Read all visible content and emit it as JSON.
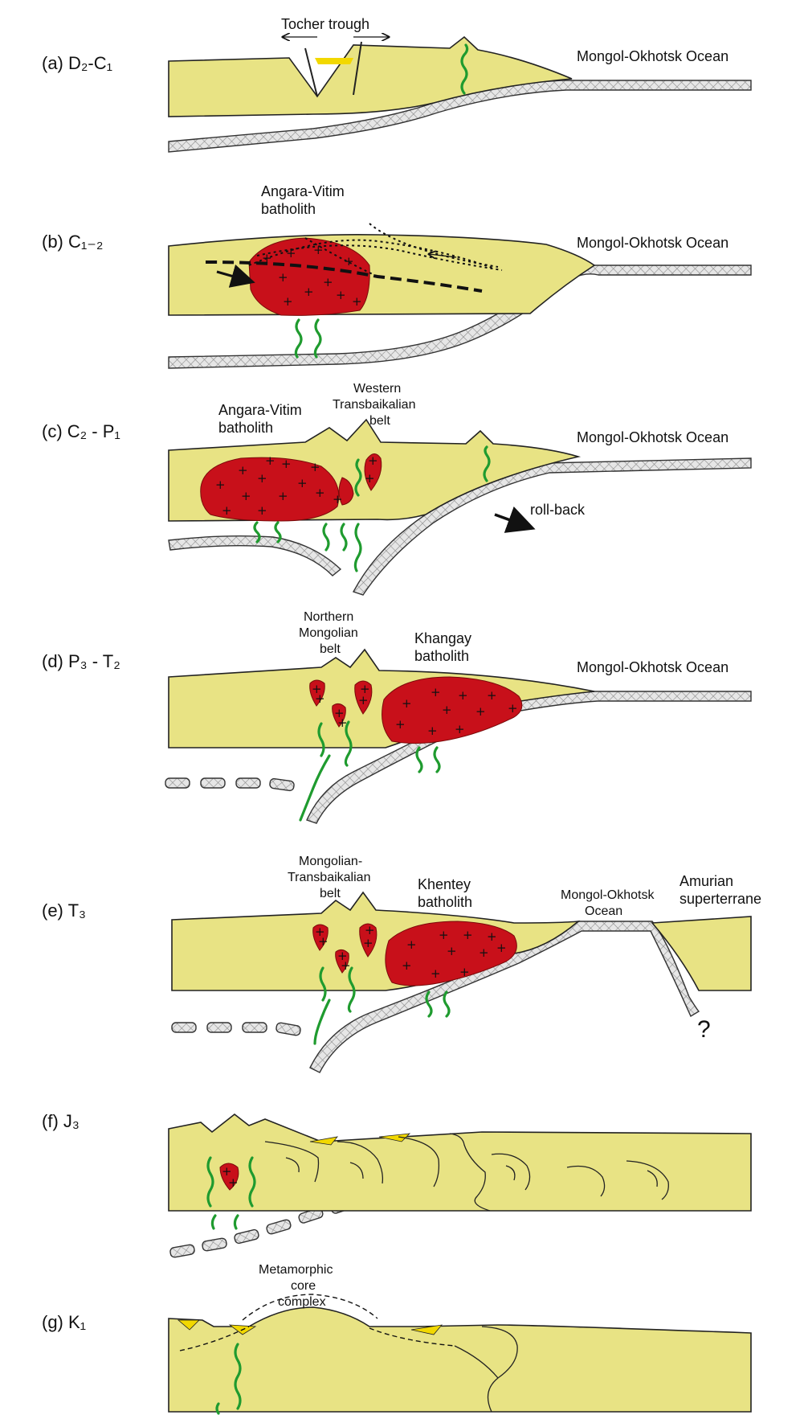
{
  "colors": {
    "crust": "#e8e384",
    "pluton": "#c8101a",
    "fluid_path": "#1f9b2f",
    "sediment": "#f2d800",
    "oceanic_slab": "#d8d8d8"
  },
  "panels": {
    "a": {
      "label": "(a) D₂-C₁",
      "tocher": "Tocher trough",
      "ocean": "Mongol-Okhotsk Ocean"
    },
    "b": {
      "label": "(b) C₁₋₂",
      "bath1": "Angara-Vitim",
      "bath2": "batholith",
      "ocean": "Mongol-Okhotsk Ocean"
    },
    "c": {
      "label": "(c) C₂ - P₁",
      "bath1": "Angara-Vitim",
      "bath2": "batholith",
      "belt1": "Western",
      "belt2": "Transbaikalian",
      "belt3": "belt",
      "ocean": "Mongol-Okhotsk Ocean",
      "rollback": "roll-back"
    },
    "d": {
      "label": "(d) P₃ - T₂",
      "belt1": "Northern",
      "belt2": "Mongolian",
      "belt3": "belt",
      "bath1": "Khangay",
      "bath2": "batholith",
      "ocean": "Mongol-Okhotsk Ocean"
    },
    "e": {
      "label": "(e) T₃",
      "belt1": "Mongolian-",
      "belt2": "Transbaikalian",
      "belt3": "belt",
      "bath1": "Khentey",
      "bath2": "batholith",
      "ocean1": "Mongol-Okhotsk",
      "ocean2": "Ocean",
      "amur1": "Amurian",
      "amur2": "superterrane",
      "question": "?"
    },
    "f": {
      "label": "(f) J₃"
    },
    "g": {
      "label": "(g) K₁",
      "mcc1": "Metamorphic",
      "mcc2": "core",
      "mcc3": "complex"
    }
  }
}
